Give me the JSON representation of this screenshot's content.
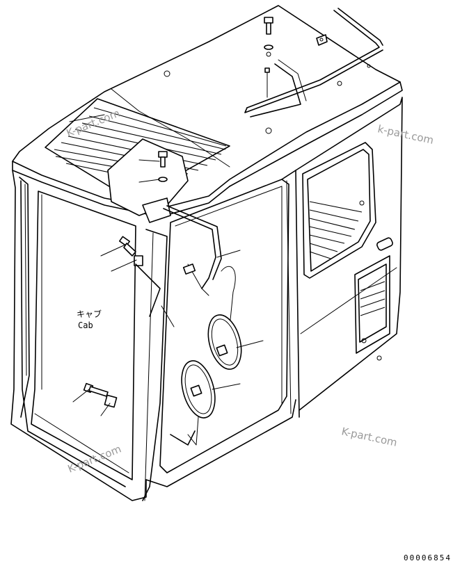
{
  "labels": {
    "cab_jp": "キャブ",
    "cab_en": "Cab"
  },
  "watermarks": [
    "K-part.com",
    "k-part.com",
    "K-part.com",
    "K-part.com"
  ],
  "document_number": "00006854",
  "colors": {
    "ink": "#000000",
    "watermark": "#9a9a9a",
    "background": "#ffffff"
  }
}
